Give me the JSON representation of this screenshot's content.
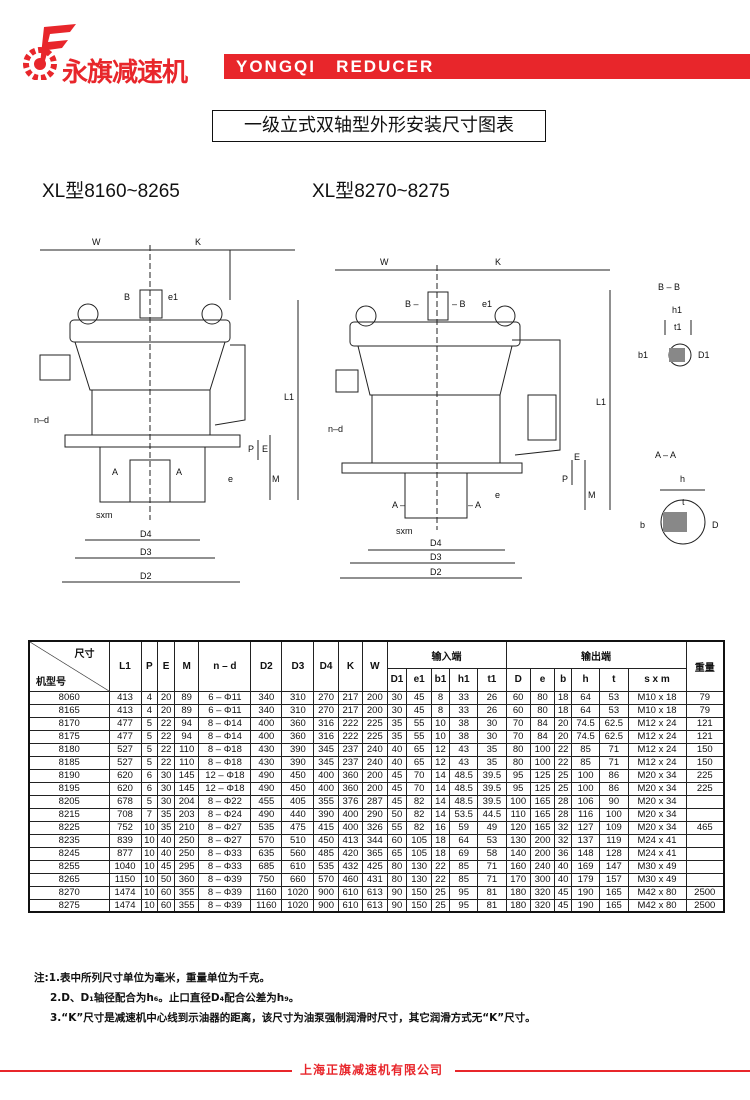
{
  "header": {
    "brand_cn": "永旗减速机",
    "brand_en": "YONGQI   REDUCER",
    "accent": "#e8262b"
  },
  "title": "一级立式双轴型外形安装尺寸图表",
  "drawings": {
    "left": {
      "title": "XL型8160~8265",
      "labels": {
        "W": "W",
        "K": "K",
        "B": "B",
        "e1": "e1",
        "L1": "L1",
        "nd": "n–d",
        "A1": "A",
        "A2": "A",
        "P": "P",
        "E": "E",
        "e": "e",
        "M": "M",
        "sxm": "sxm",
        "D4": "D4",
        "D3": "D3",
        "D2": "D2"
      }
    },
    "right": {
      "title": "XL型8270~8275",
      "labels": {
        "W": "W",
        "K": "K",
        "B1": "B –",
        "B2": "– B",
        "e1": "e1",
        "L1": "L1",
        "nd": "n–d",
        "A1": "A –",
        "A2": "– A",
        "P": "P",
        "E": "E",
        "e": "e",
        "M": "M",
        "sxm": "sxm",
        "D4": "D4",
        "D3": "D3",
        "D2": "D2"
      }
    },
    "section_bb": {
      "title": "B – B",
      "h1": "h1",
      "t1": "t1",
      "b1": "b1",
      "D1": "D1"
    },
    "section_aa": {
      "title": "A – A",
      "h": "h",
      "t": "t",
      "b": "b",
      "D": "D"
    }
  },
  "table": {
    "corner_top": "尺寸",
    "corner_bottom": "机型号",
    "group_input": "输入端",
    "group_output": "输出端",
    "weight": "重量",
    "cols_a": [
      "L1",
      "P",
      "E",
      "M",
      "n – d",
      "D2",
      "D3",
      "D4",
      "K",
      "W"
    ],
    "cols_in": [
      "D1",
      "e1",
      "b1",
      "h1",
      "t1"
    ],
    "cols_out": [
      "D",
      "e",
      "b",
      "h",
      "t",
      "s x m"
    ],
    "rows": [
      [
        "8060",
        "413",
        "4",
        "20",
        "89",
        "6 – Φ11",
        "340",
        "310",
        "270",
        "217",
        "200",
        "30",
        "45",
        "8",
        "33",
        "26",
        "60",
        "80",
        "18",
        "64",
        "53",
        "M10 x 18",
        "79"
      ],
      [
        "8165",
        "413",
        "4",
        "20",
        "89",
        "6 – Φ11",
        "340",
        "310",
        "270",
        "217",
        "200",
        "30",
        "45",
        "8",
        "33",
        "26",
        "60",
        "80",
        "18",
        "64",
        "53",
        "M10 x 18",
        "79"
      ],
      [
        "8170",
        "477",
        "5",
        "22",
        "94",
        "8 – Φ14",
        "400",
        "360",
        "316",
        "222",
        "225",
        "35",
        "55",
        "10",
        "38",
        "30",
        "70",
        "84",
        "20",
        "74.5",
        "62.5",
        "M12 x 24",
        "121"
      ],
      [
        "8175",
        "477",
        "5",
        "22",
        "94",
        "8 – Φ14",
        "400",
        "360",
        "316",
        "222",
        "225",
        "35",
        "55",
        "10",
        "38",
        "30",
        "70",
        "84",
        "20",
        "74.5",
        "62.5",
        "M12 x 24",
        "121"
      ],
      [
        "8180",
        "527",
        "5",
        "22",
        "110",
        "8 – Φ18",
        "430",
        "390",
        "345",
        "237",
        "240",
        "40",
        "65",
        "12",
        "43",
        "35",
        "80",
        "100",
        "22",
        "85",
        "71",
        "M12 x 24",
        "150"
      ],
      [
        "8185",
        "527",
        "5",
        "22",
        "110",
        "8 – Φ18",
        "430",
        "390",
        "345",
        "237",
        "240",
        "40",
        "65",
        "12",
        "43",
        "35",
        "80",
        "100",
        "22",
        "85",
        "71",
        "M12 x 24",
        "150"
      ],
      [
        "8190",
        "620",
        "6",
        "30",
        "145",
        "12 – Φ18",
        "490",
        "450",
        "400",
        "360",
        "200",
        "45",
        "70",
        "14",
        "48.5",
        "39.5",
        "95",
        "125",
        "25",
        "100",
        "86",
        "M20 x 34",
        "225"
      ],
      [
        "8195",
        "620",
        "6",
        "30",
        "145",
        "12 – Φ18",
        "490",
        "450",
        "400",
        "360",
        "200",
        "45",
        "70",
        "14",
        "48.5",
        "39.5",
        "95",
        "125",
        "25",
        "100",
        "86",
        "M20 x 34",
        "225"
      ],
      [
        "8205",
        "678",
        "5",
        "30",
        "204",
        "8 – Φ22",
        "455",
        "405",
        "355",
        "376",
        "287",
        "45",
        "82",
        "14",
        "48.5",
        "39.5",
        "100",
        "165",
        "28",
        "106",
        "90",
        "M20 x 34",
        ""
      ],
      [
        "8215",
        "708",
        "7",
        "35",
        "203",
        "8 – Φ24",
        "490",
        "440",
        "390",
        "400",
        "290",
        "50",
        "82",
        "14",
        "53.5",
        "44.5",
        "110",
        "165",
        "28",
        "116",
        "100",
        "M20 x 34",
        ""
      ],
      [
        "8225",
        "752",
        "10",
        "35",
        "210",
        "8 – Φ27",
        "535",
        "475",
        "415",
        "400",
        "326",
        "55",
        "82",
        "16",
        "59",
        "49",
        "120",
        "165",
        "32",
        "127",
        "109",
        "M20 x 34",
        "465"
      ],
      [
        "8235",
        "839",
        "10",
        "40",
        "250",
        "8 – Φ27",
        "570",
        "510",
        "450",
        "413",
        "344",
        "60",
        "105",
        "18",
        "64",
        "53",
        "130",
        "200",
        "32",
        "137",
        "119",
        "M24 x 41",
        ""
      ],
      [
        "8245",
        "877",
        "10",
        "40",
        "250",
        "8 – Φ33",
        "635",
        "560",
        "485",
        "420",
        "365",
        "65",
        "105",
        "18",
        "69",
        "58",
        "140",
        "200",
        "36",
        "148",
        "128",
        "M24 x 41",
        ""
      ],
      [
        "8255",
        "1040",
        "10",
        "45",
        "295",
        "8 – Φ33",
        "685",
        "610",
        "535",
        "432",
        "425",
        "80",
        "130",
        "22",
        "85",
        "71",
        "160",
        "240",
        "40",
        "169",
        "147",
        "M30 x 49",
        ""
      ],
      [
        "8265",
        "1150",
        "10",
        "50",
        "360",
        "8 – Φ39",
        "750",
        "660",
        "570",
        "460",
        "431",
        "80",
        "130",
        "22",
        "85",
        "71",
        "170",
        "300",
        "40",
        "179",
        "157",
        "M30 x 49",
        ""
      ],
      [
        "8270",
        "1474",
        "10",
        "60",
        "355",
        "8 – Φ39",
        "1160",
        "1020",
        "900",
        "610",
        "613",
        "90",
        "150",
        "25",
        "95",
        "81",
        "180",
        "320",
        "45",
        "190",
        "165",
        "M42 x 80",
        "2500"
      ],
      [
        "8275",
        "1474",
        "10",
        "60",
        "355",
        "8 – Φ39",
        "1160",
        "1020",
        "900",
        "610",
        "613",
        "90",
        "150",
        "25",
        "95",
        "81",
        "180",
        "320",
        "45",
        "190",
        "165",
        "M42 x 80",
        "2500"
      ]
    ]
  },
  "notes": [
    "注:1.表中所列尺寸单位为毫米，重量单位为千克。",
    "2.D、D₁轴径配合为h₆。止口直径D₄配合公差为h₉。",
    "3.“K”尺寸是减速机中心线到示油器的距离，该尺寸为油泵强制润滑时尺寸，其它润滑方式无“K”尺寸。"
  ],
  "footer": "上海正旗减速机有限公司"
}
